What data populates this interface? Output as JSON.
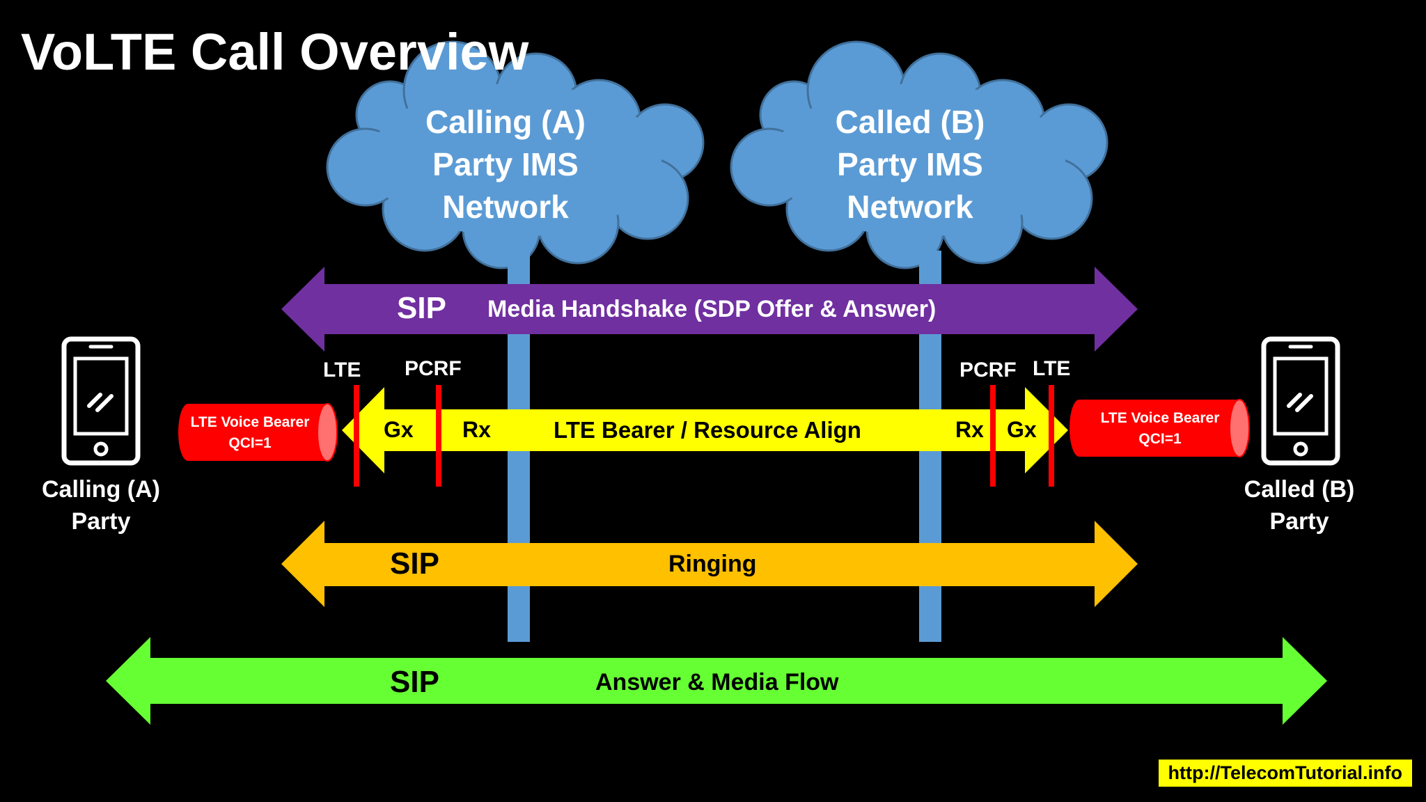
{
  "title": "VoLTE Call Overview",
  "clouds": {
    "a": {
      "lines": [
        "Calling (A)",
        "Party IMS",
        "Network"
      ]
    },
    "b": {
      "lines": [
        "Called (B)",
        "Party IMS",
        "Network"
      ]
    }
  },
  "parties": {
    "a": {
      "lines": [
        "Calling (A)",
        "Party"
      ]
    },
    "b": {
      "lines": [
        "Called (B)",
        "Party"
      ]
    }
  },
  "bearers": {
    "a": {
      "lines": [
        "LTE Voice Bearer",
        "QCI=1"
      ]
    },
    "b": {
      "lines": [
        "LTE Voice Bearer",
        "QCI=1"
      ]
    }
  },
  "arrows": {
    "media": {
      "tag": "SIP",
      "text": "Media Handshake (SDP Offer & Answer)"
    },
    "bearer": {
      "text": "LTE Bearer / Resource Align"
    },
    "ringing": {
      "tag": "SIP",
      "text": "Ringing"
    },
    "answer": {
      "tag": "SIP",
      "text": "Answer & Media Flow"
    }
  },
  "interfaces": {
    "lte_left": "LTE",
    "pcrf_left": "PCRF",
    "gx_left": "Gx",
    "rx_left": "Rx",
    "rx_right": "Rx",
    "gx_right": "Gx",
    "pcrf_right": "PCRF",
    "lte_right": "LTE"
  },
  "url": "http://TelecomTutorial.info",
  "colors": {
    "cloud": "#5b9bd5",
    "media_arrow": "#7030a0",
    "bearer_arrow": "#ffff00",
    "ringing_arrow": "#ffc000",
    "answer_arrow": "#66ff33",
    "bearer_cylinder": "#ff0000",
    "interface_line": "#ff0000"
  }
}
